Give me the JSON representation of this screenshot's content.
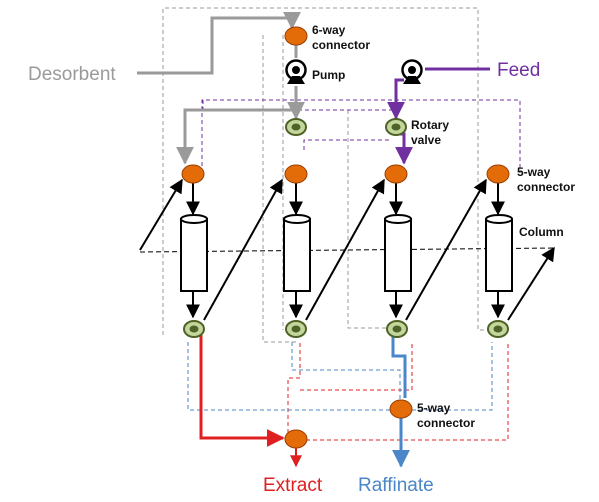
{
  "labels": {
    "desorbent": "Desorbent",
    "feed": "Feed",
    "extract": "Extract",
    "raffinate": "Raffinate",
    "six_way_line1": "6-way",
    "six_way_line2": "connector",
    "pump": "Pump",
    "rotary_line1": "Rotary",
    "rotary_line2": "valve",
    "five_way_top_line1": "5-way",
    "five_way_top_line2": "connector",
    "column": "Column",
    "five_way_bottom_line1": "5-way",
    "five_way_bottom_line2": "connector"
  },
  "colors": {
    "desorbent": "#9a9a9a",
    "feed": "#7030a0",
    "extract": "#e02020",
    "raffinate": "#4a86c8",
    "connector_fill": "#e36c09",
    "valve_fill": "#4f6228",
    "valve_ring": "#c3d69b"
  },
  "icons": {
    "pump_left": "pump-icon",
    "pump_right": "pump-icon"
  }
}
